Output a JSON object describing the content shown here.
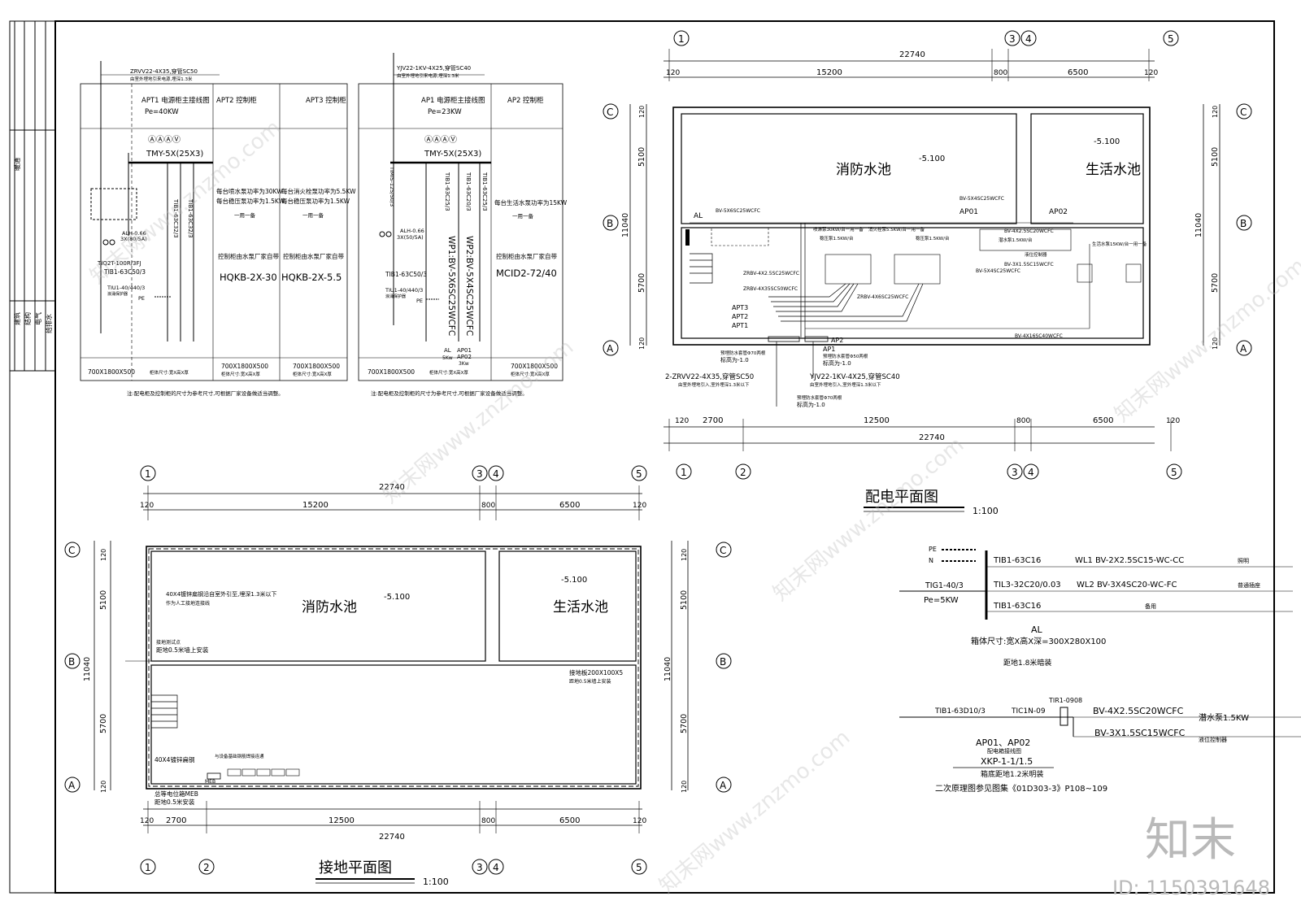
{
  "title_block": {
    "cells": [
      "建筑",
      "结构",
      "电气",
      "给排水",
      "暖通"
    ]
  },
  "panel_left": {
    "cable": "ZRVV22-4X35,穿管SC50",
    "cable_note": "由室外埋地引来电源,埋深1.3米",
    "col1_title": "APT1 电源柜主接线图",
    "col1_pe": "Pe=40KW",
    "col2_title": "APT2 控制柜",
    "col3_title": "APT3 控制柜",
    "meters": "ⒶⒶⒶⓋ",
    "bus": "TMY-5X(25X3)",
    "b1": "TIB1-63C32/3",
    "b2": "TIB1-63C32/3",
    "c2_l1": "每台喷水泵功率为30KW",
    "c2_l2": "每台稳压泵功率为1.5KW",
    "c2_l3": "一用一备",
    "c3_l1": "每台消火栓泵功率为5.5KW",
    "c3_l2": "每台稳压泵功率为1.5KW",
    "c3_l3": "一用一备",
    "ctrl_note": "控制柜由水泵厂家自带",
    "c2_model": "HQKB-2X-30",
    "c3_model": "HQKB-2X-5.5",
    "alh": "ALH-0.66",
    "ct": "3X(80/5A)",
    "tiqt": "TIQ2T-100R/3FJ",
    "tib": "TIB1-63C50/3",
    "tiu": "TIU1-40/440/3",
    "surge": "浪涌保护器",
    "pe": "PE",
    "size1": "700X1800X500",
    "size_note": "柜体尺寸:宽X高X厚",
    "size2": "700X1800X500",
    "size3": "700X1800X500",
    "note": "注:配电柜及控制柜的尺寸为参考尺寸,可根据厂家设备做适当调整。"
  },
  "panel_right": {
    "cable": "YJV22-1KV-4X25,穿管SC40",
    "cable_note": "由室外埋地引来电源,埋深1.3米",
    "col1_title": "AP1 电源柜主接线图",
    "col1_pe": "Pe=23KW",
    "col2_title": "AP2 控制柜",
    "meters": "ⒶⒶⒶⓋ",
    "bus": "TMY-5X(25X3)",
    "b1": "TIB1-63C25/3",
    "b2": "TIB1-63C20/3",
    "b3": "TIB1-63C25/3",
    "wp1": "WP1:BV-5X6SC25WCFC",
    "wp2": "WP2:BV-5X4SC25WCFC",
    "tims": "TIMIS-125/50/3",
    "alh": "ALH-0.66",
    "ct": "3X(50/5A)",
    "tib": "TIB1-63C50/3",
    "tiu": "TIU1-40/440/3",
    "surge": "浪涌保护器",
    "pe": "PE",
    "al": "AL",
    "al_kw": "5Kw",
    "ap": "AP01\nAP02",
    "ap_kw": "3Kw",
    "c2_l1": "每台生活水泵功率为15KW",
    "c2_l2": "一用一备",
    "ctrl_note": "控制柜由水泵厂家自带",
    "c2_model": "MCID2-72/40",
    "size1": "700X1800X500",
    "size_note": "柜体尺寸:宽X高X厚",
    "size2": "700X1800X500",
    "note": "注:配电柜及控制柜的尺寸为参考尺寸,可根据厂家设备做适当调整。"
  },
  "axes": {
    "a1": "1",
    "a2": "2",
    "a3": "3",
    "a4": "4",
    "a5": "5",
    "A": "A",
    "B": "B",
    "C": "C"
  },
  "dims": {
    "total": "22740",
    "d120": "120",
    "d15200": "15200",
    "d800": "800",
    "d6500": "6500",
    "d2700": "2700",
    "d12500": "12500",
    "d5100": "5100",
    "d5700": "5700",
    "d11040": "11040"
  },
  "power_plan": {
    "title": "配电平面图",
    "scale": "1:100",
    "fire_pool": "消防水池",
    "life_pool": "生活水池",
    "level": "-5.100",
    "AL": "AL",
    "AP01": "AP01",
    "AP02": "AP02",
    "APT1": "APT1",
    "APT2": "APT2",
    "APT3": "APT3",
    "AP1": "AP1",
    "AP2": "AP2",
    "w1": "BV-5X6SC25WCFC",
    "w2": "BV-5X4SC25WCFC",
    "w3": "BV-4X2.5SC20WCFC",
    "w4": "BV-3X1.5SC15WCFC",
    "w5": "BV-5X4SC25WCFC",
    "w6": "ZRBV-4X2.5SC25WCFC",
    "w7": "ZRBV-4X35SC50WCFC",
    "w8": "ZRBV-4X6SC25WCFC",
    "w9": "BV-4X16SC40WCFC",
    "m1": "喷淋泵30KW/台一用一备",
    "m2": "消火栓泵5.5KW/台一用一备",
    "m3": "稳压泵1.5KW/台",
    "m4": "稳压泵1.5KW/台",
    "m5": "潜水泵1.5KW/台",
    "m6": "生活水泵15KW/台一用一备",
    "m7": "液位控制器",
    "s1": "预埋防水套管Φ70两根",
    "s1b": "标高为-1.0",
    "s2": "预埋防水套管Φ50两根",
    "s2b": "标高为-1.0",
    "s3": "预埋防水套管Φ70两根",
    "s3b": "标高为-1.0",
    "c1": "2-ZRVV22-4X35,穿管SC50",
    "c1b": "由室外埋地引入,室外埋深1.3米以下",
    "c2": "YJV22-1KV-4X25,穿管SC40",
    "c2b": "由室外埋地引入,室外埋深1.3米以下"
  },
  "ground_plan": {
    "title": "接地平面图",
    "scale": "1:100",
    "fire_pool": "消防水池",
    "life_pool": "生活水池",
    "level": "-5.100",
    "g1": "40X4镀锌扁钢沿自室外引至,埋深1.3米以下",
    "g1b": "作为人工接地连接线",
    "g2": "接地测试点",
    "g2b": "距地0.5米墙上安装",
    "g3": "接地板200X100X5",
    "g3b": "距地0.5米墙上安装",
    "g4": "40X4镀锌扁钢",
    "g5": "与设备基础钢筋焊接连通",
    "g6": "MEB",
    "g7": "总等电位箱MEB",
    "g7b": "距地0.5米安装"
  },
  "al_diagram": {
    "pe": "PE",
    "n": "N",
    "tig": "TIG1-40/3",
    "pe_kw": "Pe=5KW",
    "r1_b": "TIB1-63C16",
    "r1_w": "WL1 BV-2X2.5SC15-WC-CC",
    "r1_u": "照明",
    "r2_b": "TIL3-32C20/0.03",
    "r2_w": "WL2 BV-3X4SC20-WC-FC",
    "r2_u": "普通插座",
    "r3_b": "TIB1-63C16",
    "r3_u": "备用",
    "al": "AL",
    "box": "箱体尺寸:宽X高X深=300X280X100",
    "mount": "距地1.8米暗装"
  },
  "ap_diagram": {
    "b1": "TIB1-63D10/3",
    "b2": "TIC1N-09",
    "b3": "TIR1-0908",
    "w1": "BV-4X2.5SC20WCFC",
    "u1": "潜水泵1.5KW",
    "w2": "BV-3X1.5SC15WCFC",
    "u2": "液位控制器",
    "name": "AP01、AP02",
    "sub": "配电箱接线图",
    "model": "XKP-1-1/1.5",
    "mount": "箱底距地1.2米明装",
    "ref": "二次原理图参见图集《01D303-3》P108~109"
  },
  "watermark": {
    "logo": "知末",
    "id": "ID: 1150391648",
    "site": "知末网www.znzmo.com"
  }
}
